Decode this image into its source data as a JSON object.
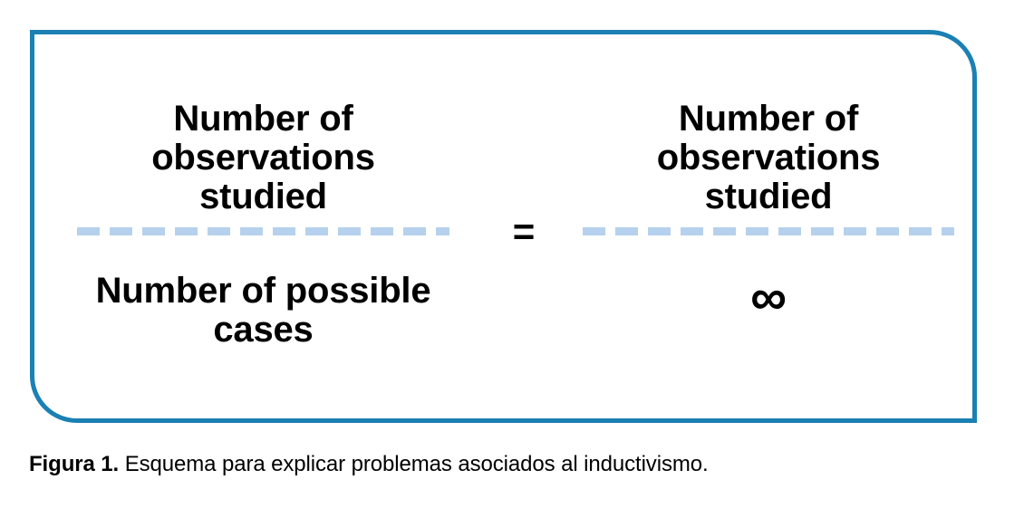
{
  "figure": {
    "caption_label": "Figura 1.",
    "caption_text": " Esquema para explicar problemas asociados al inductivismo.",
    "border_color": "#1B80B3",
    "dash_color": "#B6D1ED",
    "text_color": "#000000",
    "background_color": "#FFFFFF"
  },
  "equation": {
    "operator": "=",
    "left_fraction": {
      "numerator": "Number of\nobservations\nstudied",
      "denominator": "Number of possible\ncases",
      "bar": "dashed-fraction-bar"
    },
    "right_fraction": {
      "numerator": "Number of\nobservations\nstudied",
      "denominator": "∞",
      "bar": "dashed-fraction-bar"
    }
  }
}
